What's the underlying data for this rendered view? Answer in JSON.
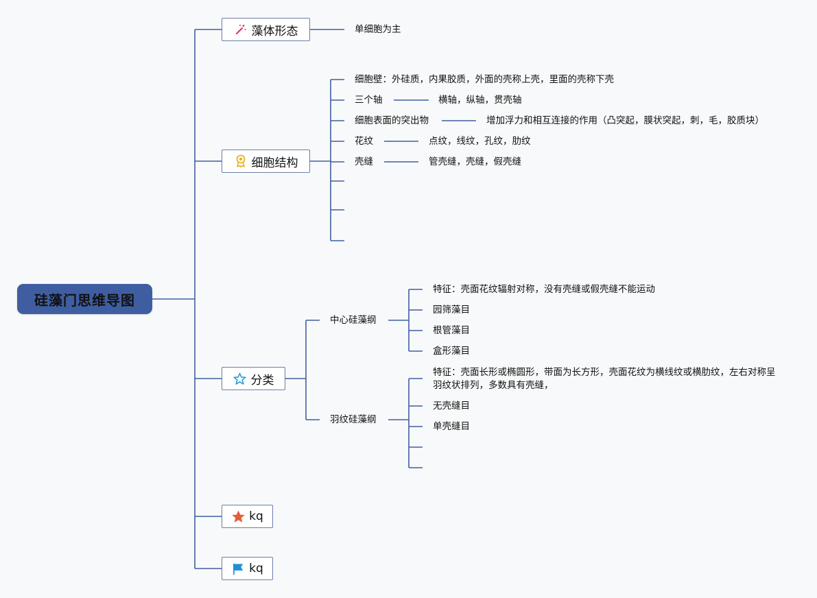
{
  "root": "硅藻门思维导图",
  "branches": {
    "morph": {
      "label": "藻体形态",
      "icon": "magic-wand-icon",
      "child": "单细胞为主"
    },
    "cell": {
      "label": "细胞结构",
      "icon": "award-ribbon-icon",
      "items": {
        "wall": "细胞壁：外硅质，内果胶质，外面的壳称上壳，里面的壳称下壳",
        "axis": "三个轴",
        "axis_detail": "横轴，纵轴，贯壳轴",
        "protrusion": "细胞表面的突出物",
        "protrusion_detail": "增加浮力和相互连接的作用（凸突起，膜状突起，刺，毛，胶质块）",
        "pattern": "花纹",
        "pattern_detail": "点纹，线纹，孔纹，肋纹",
        "raphe": "壳缝",
        "raphe_detail": "管壳缝，壳缝，假壳缝"
      }
    },
    "classify": {
      "label": "分类",
      "icon": "star-outline-icon",
      "centric": {
        "label": "中心硅藻纲",
        "feature": "特征：壳面花纹辐射对称，没有壳缝或假壳缝不能运动",
        "order1": "园筛藻目",
        "order2": "根管藻目",
        "order3": "盒形藻目"
      },
      "pennate": {
        "label": "羽纹硅藻纲",
        "feature": "特征：壳面长形或椭圆形，带面为长方形，壳面花纹为横线纹或横肋纹，左右对称呈羽纹状排列，多数具有壳缝，",
        "order1": "无壳缝目",
        "order2": "单壳缝目"
      }
    },
    "kq1": {
      "label": "kq",
      "icon": "star-filled-icon",
      "color": "#e0603a"
    },
    "kq2": {
      "label": "kq",
      "icon": "flag-icon",
      "color": "#1e90d6"
    }
  },
  "colors": {
    "line": "#3f5ea1",
    "root_bg": "#3f5ea1",
    "node_border": "#6a7ea9"
  }
}
